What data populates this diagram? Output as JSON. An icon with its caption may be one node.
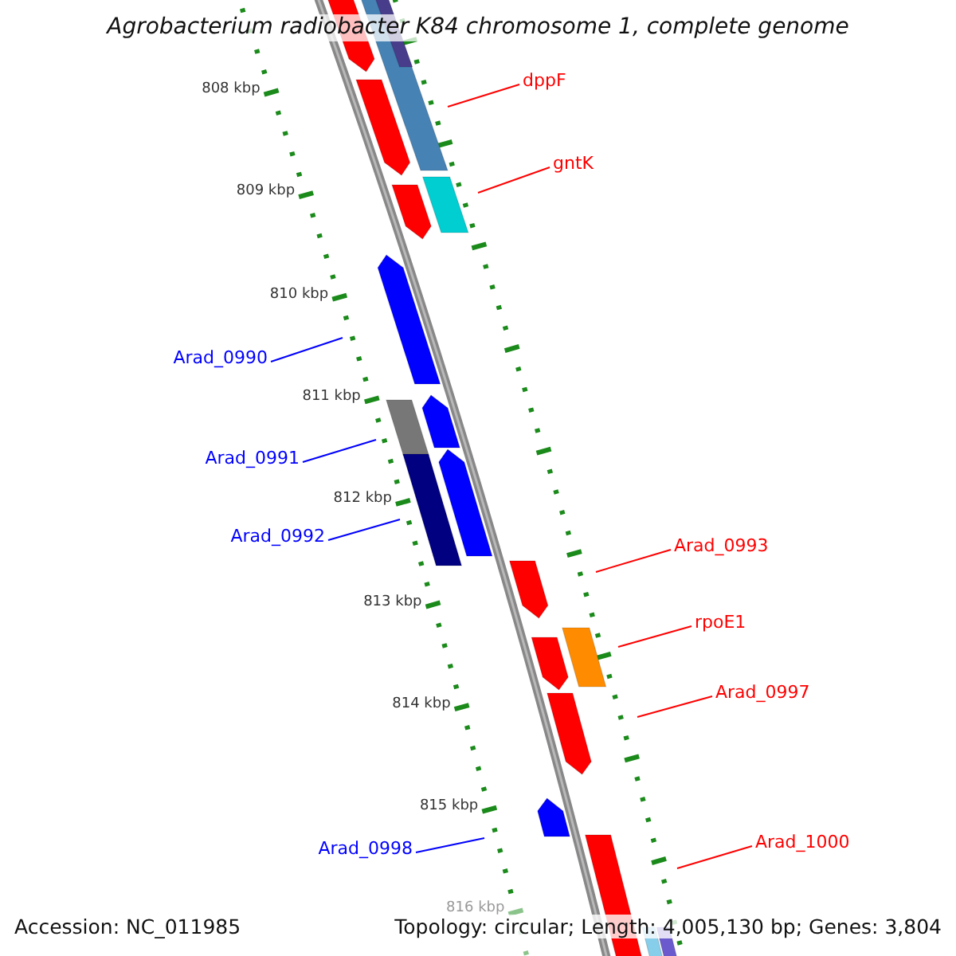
{
  "diagram": {
    "title": "Agrobacterium radiobacter K84 chromosome 1, complete genome",
    "nodes": [
      {
        "text": [
          "dppF"
        ]
      },
      {
        "text": [
          "gntK"
        ]
      },
      {
        "text": [
          "Arad_0990"
        ]
      },
      {
        "text": [
          "Arad_0991"
        ]
      },
      {
        "text": [
          "Arad_0992"
        ]
      },
      {
        "text": [
          "Arad_0993"
        ]
      },
      {
        "text": [
          "rpoE1"
        ]
      },
      {
        "text": [
          "Arad_0997"
        ]
      },
      {
        "text": [
          "Arad_1000"
        ]
      },
      {
        "text": [
          "Arad_0998"
        ]
      }
    ],
    "edges": [
      {
        "from": 0,
        "to": null,
        "arrow": "none"
      },
      {
        "from": 1,
        "to": null,
        "arrow": "none"
      },
      {
        "from": 2,
        "to": null,
        "arrow": "none",
        "color": "#0000ff"
      },
      {
        "from": 3,
        "to": null,
        "arrow": "none",
        "color": "#0000ff"
      },
      {
        "from": 4,
        "to": null,
        "arrow": "none",
        "color": "#0000ff"
      },
      {
        "from": 5,
        "to": null,
        "arrow": "none"
      },
      {
        "from": 6,
        "to": null,
        "arrow": "none"
      },
      {
        "from": 7,
        "to": null,
        "arrow": "none"
      },
      {
        "from": 8,
        "to": null,
        "arrow": "none"
      },
      {
        "from": 9,
        "to": null,
        "arrow": "none",
        "color": "#0000ff"
      }
    ],
    "labels": [
      "808 kbp",
      "809 kbp",
      "810 kbp",
      "811 kbp",
      "812 kbp",
      "813 kbp",
      "814 kbp",
      "815 kbp",
      "816 kbp",
      "Accession: NC_011985",
      "Topology: circular; Length: 4,005,130 bp; Genes: 3,804"
    ]
  }
}
